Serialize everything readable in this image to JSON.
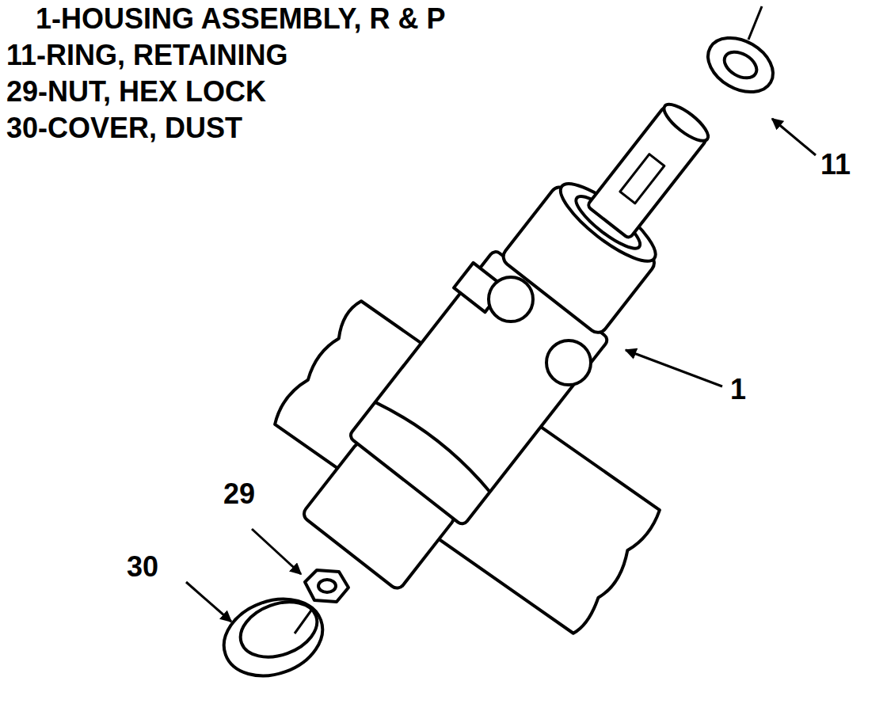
{
  "diagram": {
    "labels": [
      "1-HOUSING ASSEMBLY, R & P",
      "11-RING, RETAINING",
      "29-NUT, HEX LOCK",
      "30-COVER, DUST",
      "11",
      "1",
      "29",
      "30"
    ]
  }
}
